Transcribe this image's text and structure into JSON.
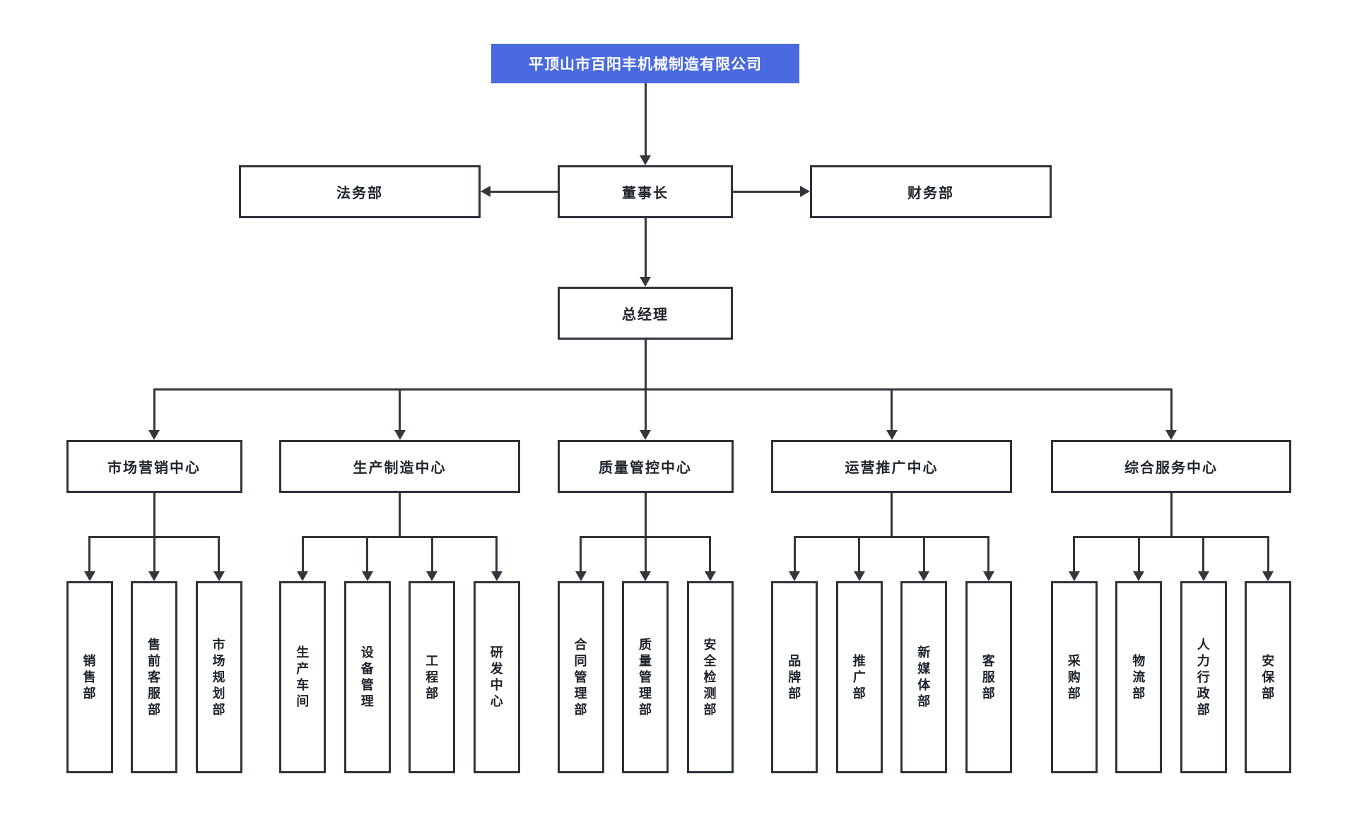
{
  "company": {
    "name": "平顶山市百阳丰机械制造有限公司"
  },
  "executives": {
    "chairman": "董事长",
    "legal": "法务部",
    "finance": "财务部",
    "general_manager": "总经理"
  },
  "groups": [
    {
      "label": "市场营销中心",
      "children": [
        "销售部",
        "售前客服部",
        "市场规划部"
      ]
    },
    {
      "label": "生产制造中心",
      "children": [
        "生产车间",
        "设备管理",
        "工程部",
        "研发中心"
      ]
    },
    {
      "label": "质量管控中心",
      "children": [
        "合同管理部",
        "质量管理部",
        "安全检测部"
      ]
    },
    {
      "label": "运营推广中心",
      "children": [
        "品牌部",
        "推广部",
        "新媒体部",
        "客服部"
      ]
    },
    {
      "label": "综合服务中心",
      "children": [
        "采购部",
        "物流部",
        "人力行政部",
        "安保部"
      ]
    }
  ],
  "colors": {
    "root_background": "#4a6bdf",
    "root_text": "#ffffff",
    "box_border": "#2e333a",
    "connector": "#33373d",
    "label_text": "#1f242b",
    "page_background": "#ffffff"
  }
}
